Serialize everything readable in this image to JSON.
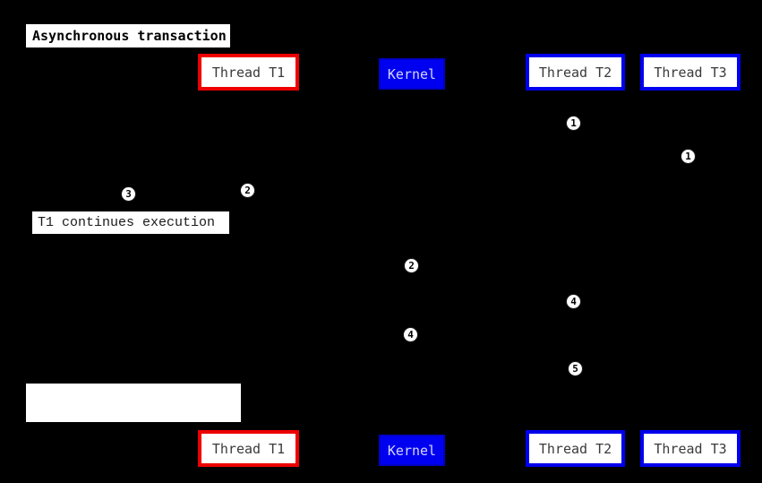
{
  "title": "Asynchronous transaction",
  "participants": {
    "thread_t1": {
      "label": "Thread T1"
    },
    "kernel": {
      "label": "Kernel"
    },
    "thread_t2": {
      "label": "Thread T2"
    },
    "thread_t3": {
      "label": "Thread T3"
    }
  },
  "note": {
    "text": "T1 continues execution"
  },
  "markers": {
    "step1_on_t2": "1",
    "step1_on_t3": "1",
    "step2_on_t1": "2",
    "step3_above_note": "3",
    "step2_on_kernel": "2",
    "step4_on_t2": "4",
    "step4_on_kernel": "4",
    "step5_on_t2": "5"
  },
  "colors": {
    "background": "#000000",
    "t1_border": "#ee0000",
    "thread_border": "#0000ee",
    "kernel_fill": "#0000f0",
    "kernel_text": "#d6d6ff",
    "box_fill": "#ffffff",
    "label_text": "#3a3a3a",
    "title_text": "#000000"
  }
}
